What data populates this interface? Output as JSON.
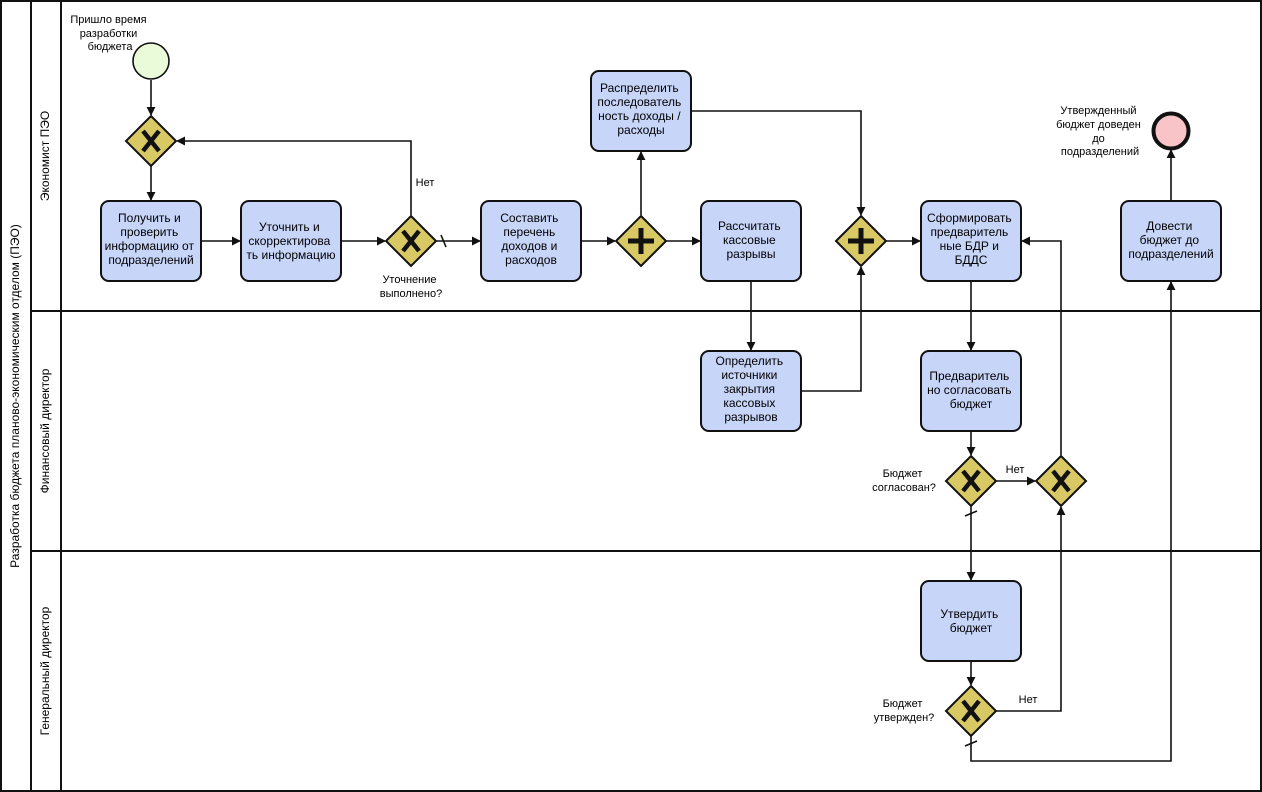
{
  "pool": {
    "title": "Разработка бюджета планово-экономическим отделом (ПЭО)"
  },
  "lanes": [
    {
      "id": "lane_peo",
      "title": "Экономист ПЭО"
    },
    {
      "id": "lane_fin",
      "title": "Финансовый директор"
    },
    {
      "id": "lane_gen",
      "title": "Генеральный директор"
    }
  ],
  "events": [
    {
      "id": "start",
      "type": "start",
      "color": "#e9fbd9",
      "label": [
        "Пришло время",
        "разработки",
        "бюджета"
      ]
    },
    {
      "id": "end",
      "type": "end",
      "color": "#f9c4c8",
      "label": [
        "Утвержденный",
        "бюджет доведен",
        "до",
        "подразделений"
      ]
    }
  ],
  "tasks": [
    {
      "id": "t1",
      "lines": [
        "Получить и",
        "проверить",
        "информацию от",
        "подразделений"
      ]
    },
    {
      "id": "t2",
      "lines": [
        "Уточнить и",
        "скорректирова",
        "ть информацию"
      ]
    },
    {
      "id": "t3",
      "lines": [
        "Составить",
        "перечень",
        "доходов и",
        "расходов"
      ]
    },
    {
      "id": "t4",
      "lines": [
        "Распределить",
        "последователь",
        "ность доходы /",
        "расходы"
      ]
    },
    {
      "id": "t5",
      "lines": [
        "Рассчитать",
        "кассовые",
        "разрывы"
      ]
    },
    {
      "id": "t6",
      "lines": [
        "Сформировать",
        "предваритель",
        "ные БДР и",
        "БДДС"
      ]
    },
    {
      "id": "t7",
      "lines": [
        "Довести",
        "бюджет до",
        "подразделений"
      ]
    },
    {
      "id": "t8",
      "lines": [
        "Определить",
        "источники",
        "закрытия",
        "кассовых",
        "разрывов"
      ]
    },
    {
      "id": "t9",
      "lines": [
        "Предваритель",
        "но согласовать",
        "бюджет"
      ]
    },
    {
      "id": "t10",
      "lines": [
        "Утвердить",
        "бюджет"
      ]
    }
  ],
  "gateways": [
    {
      "id": "g1",
      "type": "xor",
      "label": []
    },
    {
      "id": "g2",
      "type": "xor",
      "label": [
        "Уточнение",
        "выполнено?"
      ]
    },
    {
      "id": "g3",
      "type": "and",
      "label": []
    },
    {
      "id": "g4",
      "type": "and",
      "label": []
    },
    {
      "id": "g5",
      "type": "xor",
      "label": [
        "Бюджет",
        "согласован?"
      ]
    },
    {
      "id": "g6",
      "type": "xor",
      "label": []
    },
    {
      "id": "g7",
      "type": "xor",
      "label": [
        "Бюджет",
        "утвержден?"
      ]
    }
  ],
  "flow_labels": {
    "g2_no": "Нет",
    "g5_no": "Нет",
    "g7_no": "Нет"
  },
  "colors": {
    "task_fill": "#c7d5f9",
    "gateway_fill": "#d8c965",
    "stroke": "#111111"
  }
}
